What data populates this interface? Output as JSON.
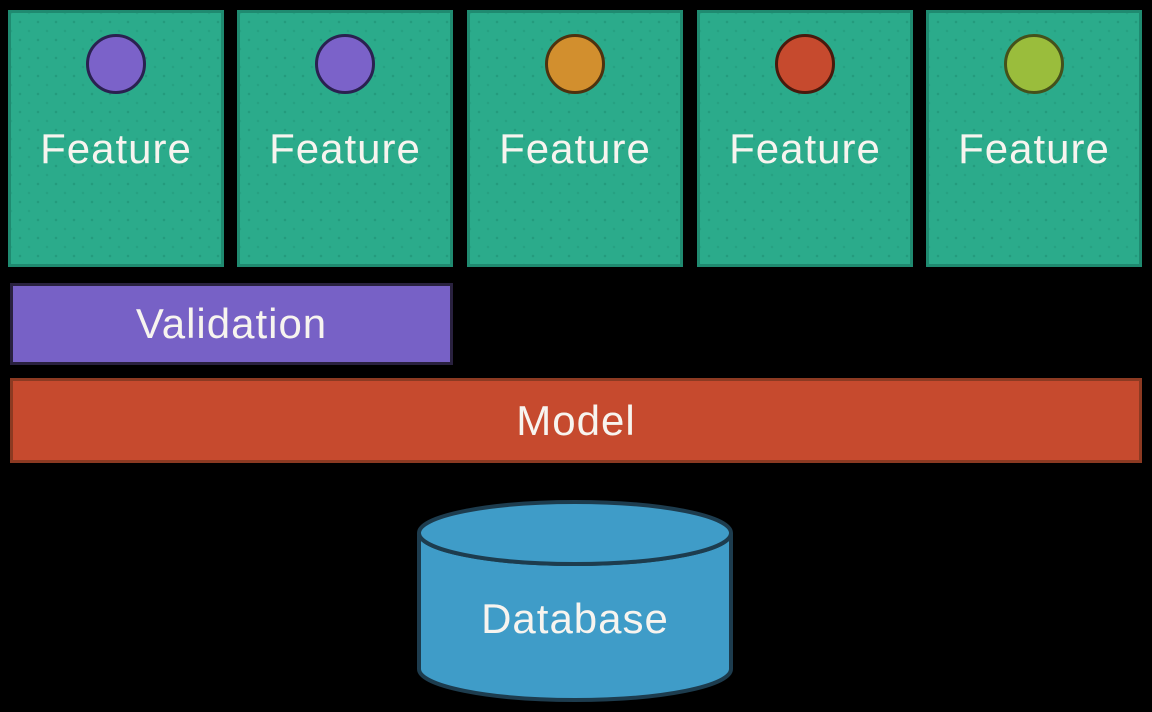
{
  "colors": {
    "background": "#000000",
    "text": "#f7f4ef",
    "feature_fill": "#2bab8b",
    "feature_border": "#1f8a70",
    "validation_fill": "#7761c6",
    "validation_border": "#29213f",
    "model_fill": "#c64a2e",
    "model_border": "#8c3a22",
    "database_fill": "#3f9cc8",
    "database_border": "#1d3c4e"
  },
  "features": [
    {
      "label": "Feature",
      "dot_fill": "#7b62c9",
      "dot_border": "#2a2150"
    },
    {
      "label": "Feature",
      "dot_fill": "#7b62c9",
      "dot_border": "#2a2150"
    },
    {
      "label": "Feature",
      "dot_fill": "#d28f2e",
      "dot_border": "#4d320f"
    },
    {
      "label": "Feature",
      "dot_fill": "#c64a2e",
      "dot_border": "#471a0d"
    },
    {
      "label": "Feature",
      "dot_fill": "#9abd3c",
      "dot_border": "#44511b"
    }
  ],
  "validation": {
    "label": "Validation"
  },
  "model": {
    "label": "Model"
  },
  "database": {
    "label": "Database"
  }
}
